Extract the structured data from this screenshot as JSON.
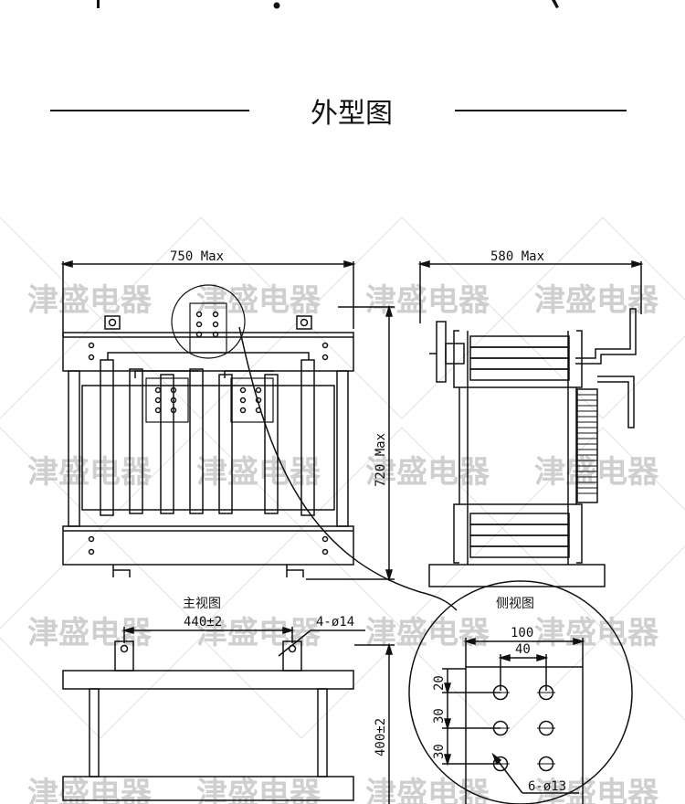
{
  "heading": {
    "title": "外型图"
  },
  "watermark": {
    "text": "津盛电器"
  },
  "front_view": {
    "label": "主视图",
    "width_dim": "750 Max",
    "height_dim": "720 Max"
  },
  "side_view": {
    "label": "侧视图",
    "width_dim": "580 Max"
  },
  "base_view": {
    "hole_spacing_dim": "440±2",
    "hole_note": "4-ø14",
    "depth_dim": "400±2"
  },
  "detail_view": {
    "dim_100": "100",
    "dim_40": "40",
    "dim_20": "20",
    "dim_30a": "30",
    "dim_30b": "30",
    "hole_note": "6-ø13"
  },
  "colors": {
    "line": "#111111",
    "watermark": "#cfcfcf",
    "guide": "#dddddd"
  }
}
